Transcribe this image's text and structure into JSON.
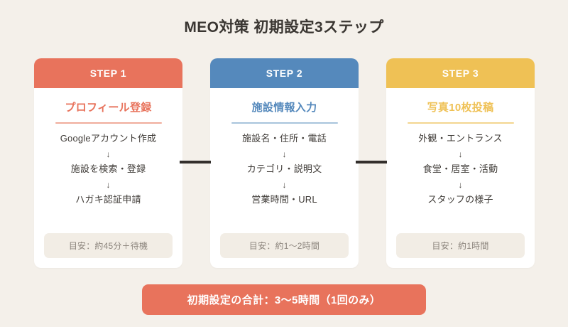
{
  "page": {
    "title": "MEO対策 初期設定3ステップ",
    "background_color": "#F4F0EA"
  },
  "cards": [
    {
      "header_label": "STEP 1",
      "subtitle": "プロフィール登録",
      "accent_color": "#E8735C",
      "divider_color": "#F0AC9B",
      "flow": [
        "Googleアカウント作成",
        "施設を検索・登録",
        "ハガキ認証申請"
      ],
      "arrow": "↓",
      "badge": "目安：約45分＋待機"
    },
    {
      "header_label": "STEP 2",
      "subtitle": "施設情報入力",
      "accent_color": "#5589BC",
      "divider_color": "#A8C4DC",
      "flow": [
        "施設名・住所・電話",
        "カテゴリ・説明文",
        "営業時間・URL"
      ],
      "arrow": "↓",
      "badge": "目安：約1〜2時間"
    },
    {
      "header_label": "STEP 3",
      "subtitle": "写真10枚投稿",
      "accent_color": "#EFC155",
      "divider_color": "#F3D68F",
      "flow": [
        "外観・エントランス",
        "食堂・居室・活動",
        "スタッフの様子"
      ],
      "arrow": "↓",
      "badge": "目安：約1時間"
    }
  ],
  "connector_color": "#332F2C",
  "summary": {
    "label": "初期設定の合計：3〜5時間（1回のみ）",
    "color": "#E8735C"
  }
}
